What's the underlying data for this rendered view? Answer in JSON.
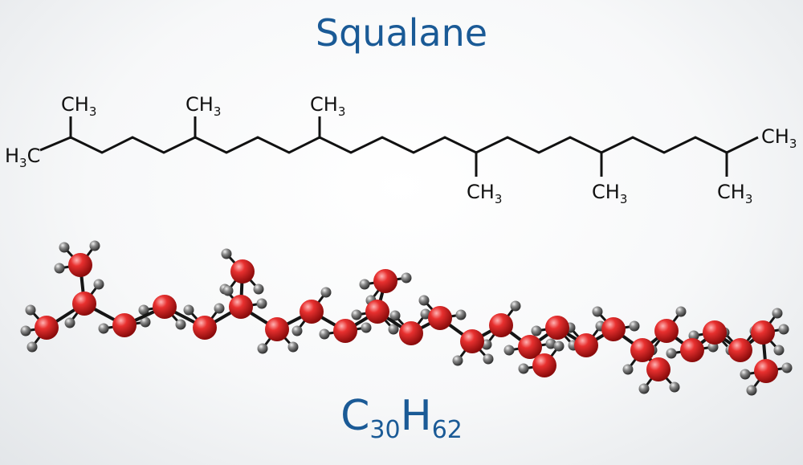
{
  "title": "Squalane",
  "skeletal": {
    "labels": [
      {
        "id": "h3c-left",
        "pre": "H",
        "sub": "3",
        "post": "C"
      },
      {
        "id": "ch3-top-1",
        "pre": "CH",
        "sub": "3",
        "post": ""
      },
      {
        "id": "ch3-top-2",
        "pre": "CH",
        "sub": "3",
        "post": ""
      },
      {
        "id": "ch3-top-3",
        "pre": "CH",
        "sub": "3",
        "post": ""
      },
      {
        "id": "ch3-right-end",
        "pre": "CH",
        "sub": "3",
        "post": ""
      },
      {
        "id": "ch3-bottom-1",
        "pre": "CH",
        "sub": "3",
        "post": ""
      },
      {
        "id": "ch3-bottom-2",
        "pre": "CH",
        "sub": "3",
        "post": ""
      },
      {
        "id": "ch3-bottom-3",
        "pre": "CH",
        "sub": "3",
        "post": ""
      }
    ]
  },
  "formula": {
    "c_symbol": "C",
    "c_count": "30",
    "h_symbol": "H",
    "h_count": "62"
  },
  "colors": {
    "title": "#1a5a96",
    "formula": "#1a5a96",
    "bond_line": "#111111",
    "carbon_atom": "#e02020",
    "hydrogen_atom": "#808080"
  }
}
